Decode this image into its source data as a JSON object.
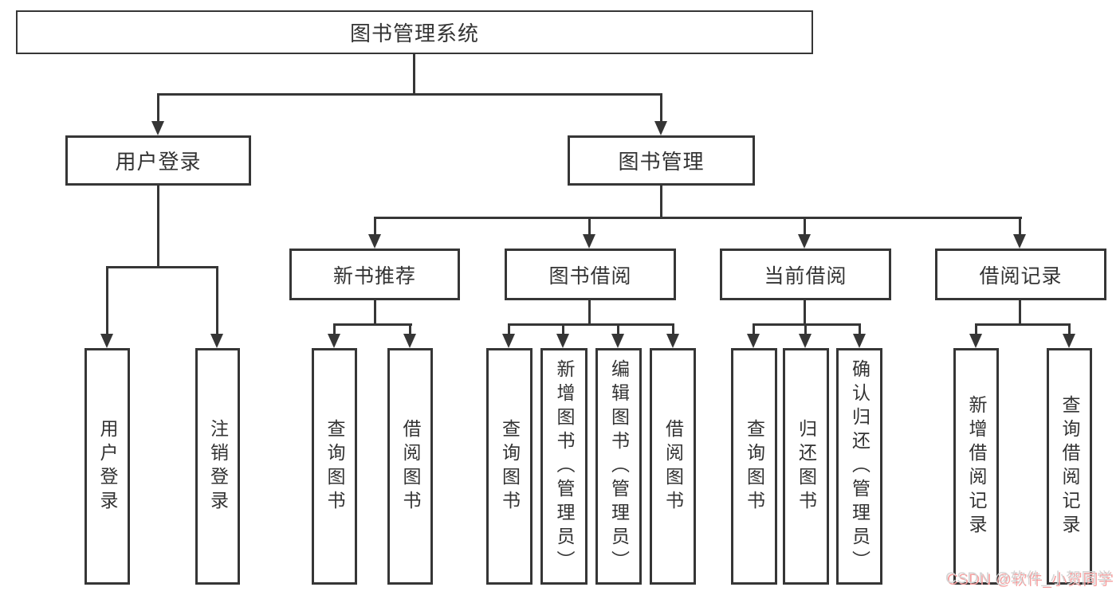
{
  "tree": {
    "label": "图书管理系统",
    "children": [
      {
        "label": "用户登录",
        "children": [
          {
            "label": "用户登录"
          },
          {
            "label": "注销登录"
          }
        ]
      },
      {
        "label": "图书管理",
        "children": [
          {
            "label": "新书推荐",
            "children": [
              {
                "label": "查询图书"
              },
              {
                "label": "借阅图书"
              }
            ]
          },
          {
            "label": "图书借阅",
            "children": [
              {
                "label": "查询图书"
              },
              {
                "label": "新增图书（管理员）"
              },
              {
                "label": "编辑图书（管理员）"
              },
              {
                "label": "借阅图书"
              }
            ]
          },
          {
            "label": "当前借阅",
            "children": [
              {
                "label": "查询图书"
              },
              {
                "label": "归还图书"
              },
              {
                "label": "确认归还（管理员）"
              }
            ]
          },
          {
            "label": "借阅记录",
            "children": [
              {
                "label": "新增借阅记录"
              },
              {
                "label": "查询借阅记录"
              }
            ]
          }
        ]
      }
    ]
  },
  "watermark": {
    "text": "CSDN @软件_小贺同学"
  },
  "colors": {
    "line": "#363636",
    "text": "#333333",
    "bg": "#ffffff",
    "wm": "#d4d4d4",
    "wm_shadow": "#f59f9f"
  }
}
